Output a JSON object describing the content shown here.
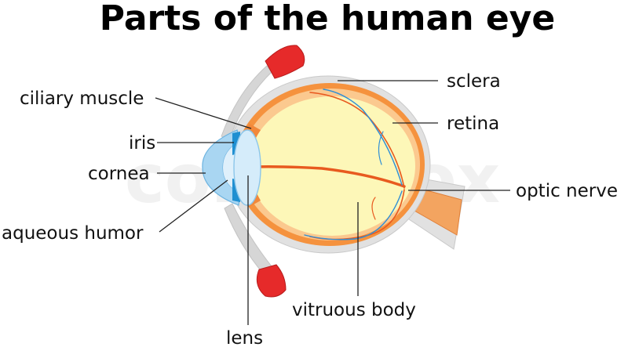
{
  "title": "Parts of the human eye",
  "watermark": "colourbox",
  "labels": {
    "sclera": "sclera",
    "retina": "retina",
    "ciliary_muscle": "ciliary muscle",
    "iris": "iris",
    "cornea": "cornea",
    "optic_nerve": "optic nerve",
    "aqueous_humor": "aqueous humor",
    "vitreous_body": "vitruous body",
    "lens": "lens"
  },
  "colors": {
    "sclera": "#e1e1e1",
    "choroid": "#f5923e",
    "retina_layer": "#fbc98f",
    "vitreous": "#fdf7b8",
    "muscle": "#e62a2a",
    "vessel_red": "#e85a1f",
    "vessel_blue": "#2f8fd6",
    "cornea": "#a9d6f2",
    "iris": "#1f8fd1",
    "lens": "#d5ecfa"
  }
}
